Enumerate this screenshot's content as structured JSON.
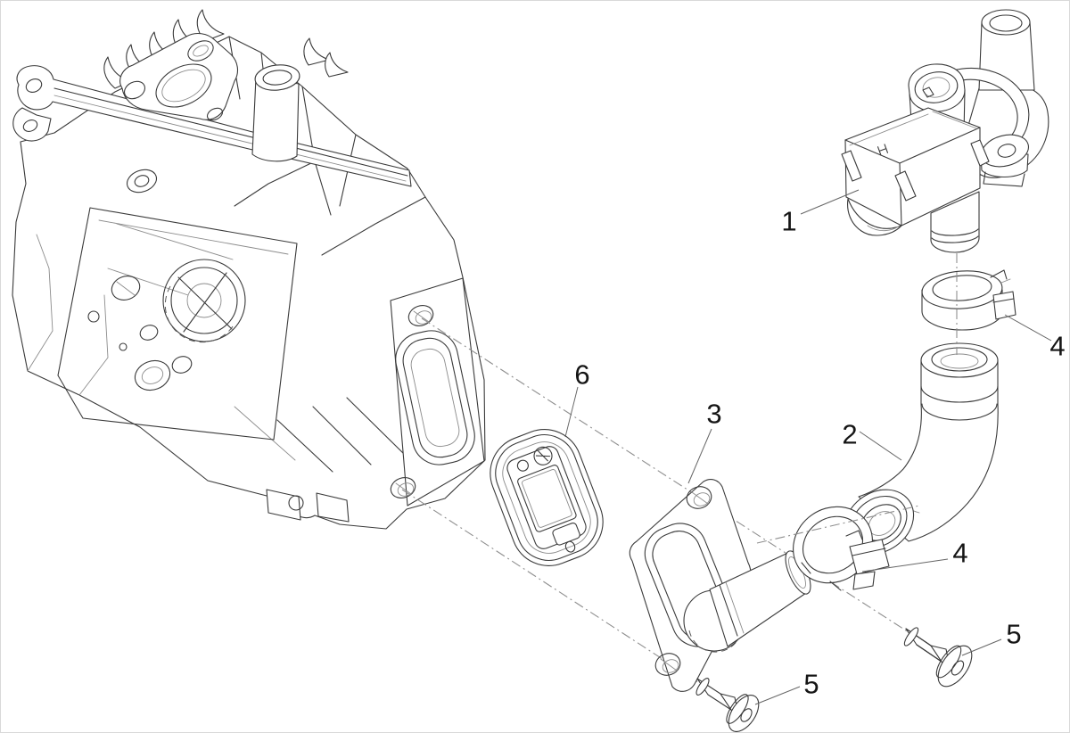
{
  "figure": {
    "type": "exploded-parts-diagram",
    "subject": "engine cylinder head with secondary air valve assembly",
    "background_color": "#ffffff",
    "line_color": "#3a3a3a",
    "centerline_color": "#8f8f8f",
    "label_color": "#151515",
    "visible_text_items": [
      "1",
      "2",
      "3",
      "4",
      "4",
      "5",
      "5",
      "6"
    ]
  },
  "callouts": {
    "valve": {
      "label": "1",
      "part": "air-solenoid-valve"
    },
    "hose": {
      "label": "2",
      "part": "elbow-hose"
    },
    "flange": {
      "label": "3",
      "part": "flange-pipe-fitting"
    },
    "clamp_top": {
      "label": "4",
      "part": "hose-clamp"
    },
    "clamp_bottom": {
      "label": "4",
      "part": "hose-clamp"
    },
    "bolt_right": {
      "label": "5",
      "part": "socket-head-bolt"
    },
    "bolt_bottom": {
      "label": "5",
      "part": "socket-head-bolt"
    },
    "reed_plate": {
      "label": "6",
      "part": "reed-valve-plate"
    }
  }
}
